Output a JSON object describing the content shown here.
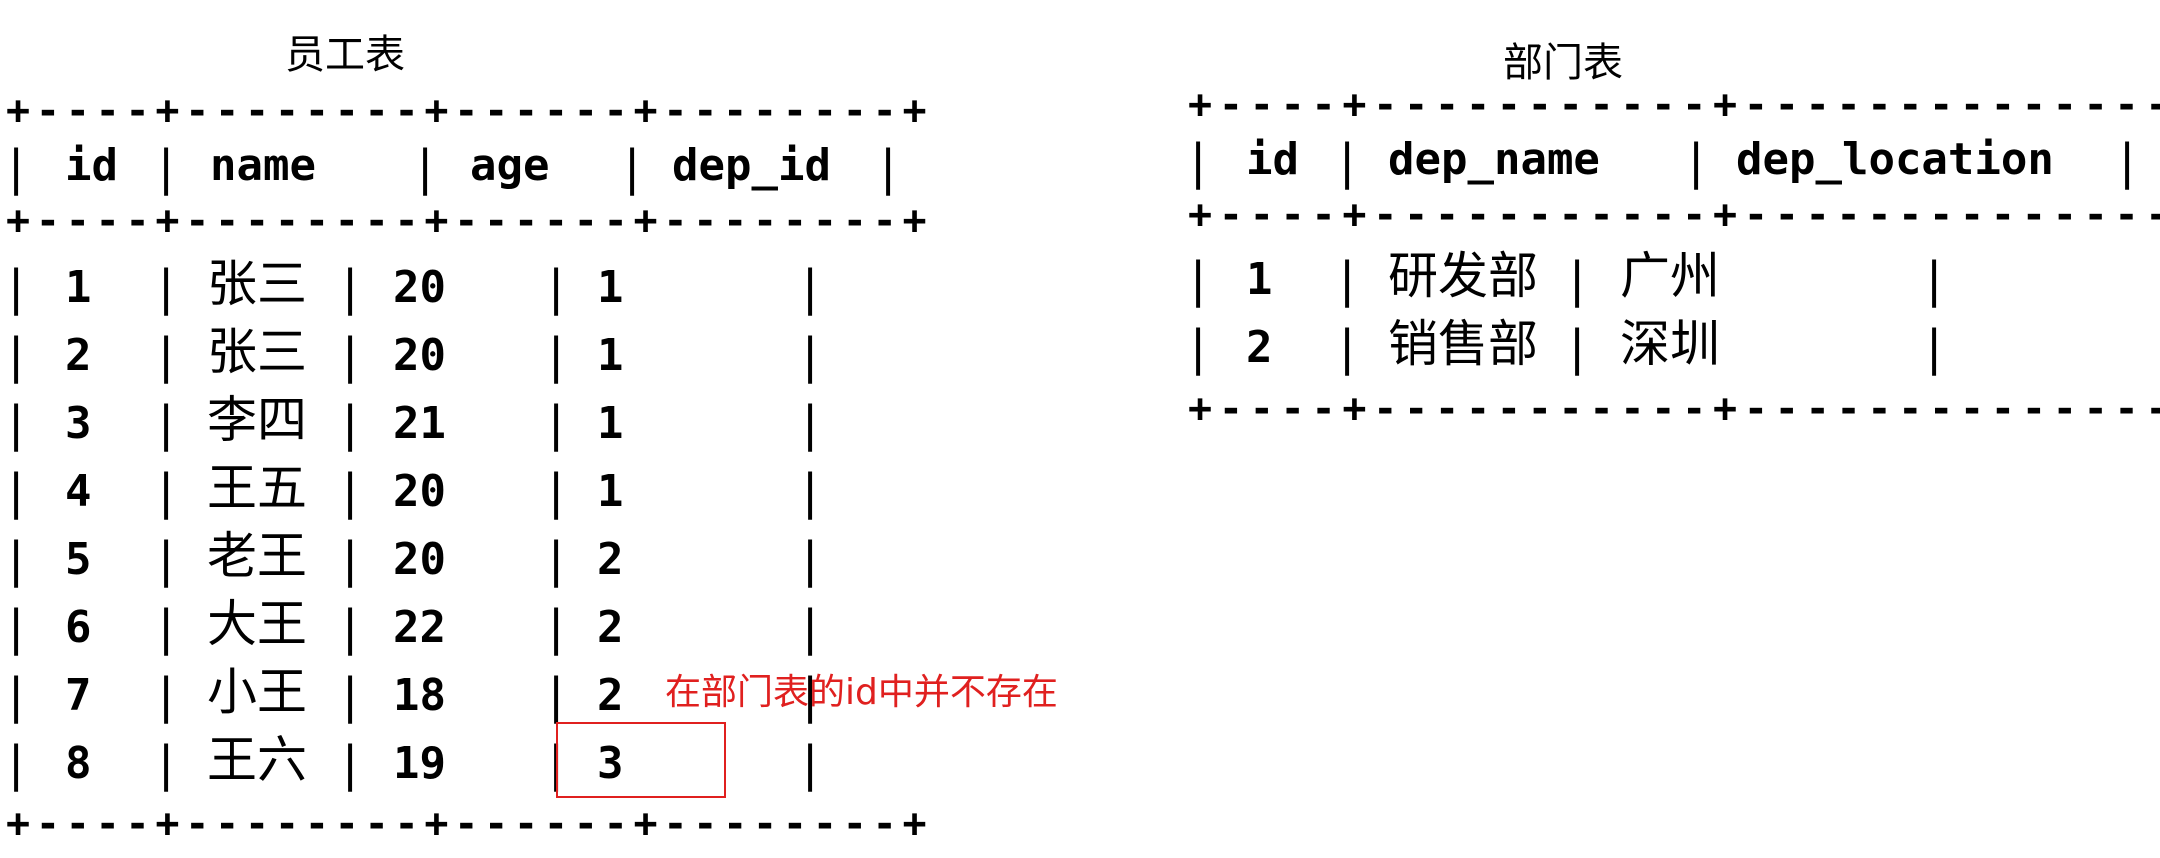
{
  "employee_table": {
    "caption": "员工表",
    "border_line": "+----+--------+------+--------+",
    "columns": [
      "id",
      "name",
      "age",
      "dep_id"
    ],
    "rows": [
      {
        "id": "1",
        "name": "张三",
        "age": "20",
        "dep_id": "1"
      },
      {
        "id": "2",
        "name": "张三",
        "age": "20",
        "dep_id": "1"
      },
      {
        "id": "3",
        "name": "李四",
        "age": "21",
        "dep_id": "1"
      },
      {
        "id": "4",
        "name": "王五",
        "age": "20",
        "dep_id": "1"
      },
      {
        "id": "5",
        "name": "老王",
        "age": "20",
        "dep_id": "2"
      },
      {
        "id": "6",
        "name": "大王",
        "age": "22",
        "dep_id": "2"
      },
      {
        "id": "7",
        "name": "小王",
        "age": "18",
        "dep_id": "2"
      },
      {
        "id": "8",
        "name": "王六",
        "age": "19",
        "dep_id": "3"
      }
    ]
  },
  "department_table": {
    "caption": "部门表",
    "border_line": "+----+-----------+--------------+",
    "columns": [
      "id",
      "dep_name",
      "dep_location"
    ],
    "rows": [
      {
        "id": "1",
        "dep_name": "研发部",
        "dep_location": "广州"
      },
      {
        "id": "2",
        "dep_name": "销售部",
        "dep_location": "深圳"
      }
    ]
  },
  "annotation": {
    "text": "在部门表的id中并不存在",
    "color": "#e0201f"
  }
}
